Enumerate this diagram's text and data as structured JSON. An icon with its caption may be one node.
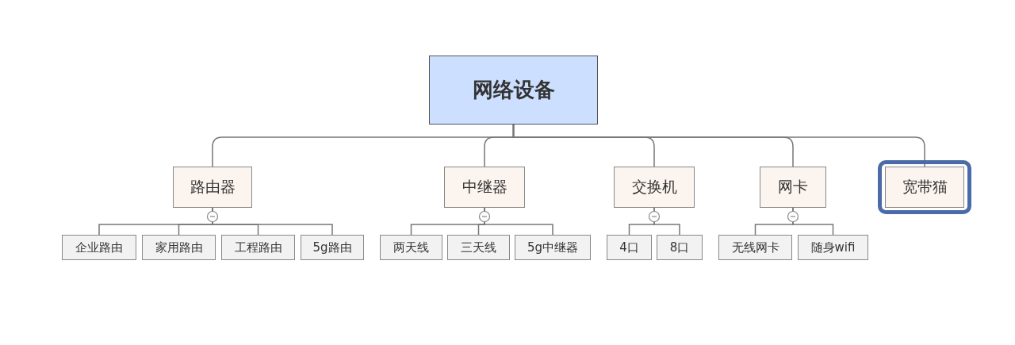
{
  "diagram": {
    "nodes": [
      {
        "text": [
          "网络设备"
        ]
      },
      {
        "text": [
          "路由器"
        ]
      },
      {
        "text": [
          "中继器"
        ]
      },
      {
        "text": [
          "交换机"
        ]
      },
      {
        "text": [
          "网卡"
        ]
      },
      {
        "text": [
          "宽带猫"
        ]
      },
      {
        "text": [
          "企业路由"
        ]
      },
      {
        "text": [
          "家用路由"
        ]
      },
      {
        "text": [
          "工程路由"
        ]
      },
      {
        "text": [
          "5g路由"
        ]
      },
      {
        "text": [
          "两天线"
        ]
      },
      {
        "text": [
          "三天线"
        ]
      },
      {
        "text": [
          "5g中继器"
        ]
      },
      {
        "text": [
          "4口"
        ]
      },
      {
        "text": [
          "8口"
        ]
      },
      {
        "text": [
          "无线网卡"
        ]
      },
      {
        "text": [
          "随身wifi"
        ]
      }
    ],
    "edges": [
      {
        "from": 0,
        "to": 1,
        "arrow": "none"
      },
      {
        "from": 0,
        "to": 2,
        "arrow": "none"
      },
      {
        "from": 0,
        "to": 3,
        "arrow": "none"
      },
      {
        "from": 0,
        "to": 4,
        "arrow": "none"
      },
      {
        "from": 0,
        "to": 5,
        "arrow": "none"
      },
      {
        "from": 1,
        "to": 6,
        "arrow": "none"
      },
      {
        "from": 1,
        "to": 7,
        "arrow": "none"
      },
      {
        "from": 1,
        "to": 8,
        "arrow": "none"
      },
      {
        "from": 1,
        "to": 9,
        "arrow": "none"
      },
      {
        "from": 2,
        "to": 10,
        "arrow": "none"
      },
      {
        "from": 2,
        "to": 11,
        "arrow": "none"
      },
      {
        "from": 2,
        "to": 12,
        "arrow": "none"
      },
      {
        "from": 3,
        "to": 13,
        "arrow": "none"
      },
      {
        "from": 3,
        "to": 14,
        "arrow": "none"
      },
      {
        "from": 4,
        "to": 15,
        "arrow": "none"
      },
      {
        "from": 4,
        "to": 16,
        "arrow": "none"
      }
    ]
  }
}
